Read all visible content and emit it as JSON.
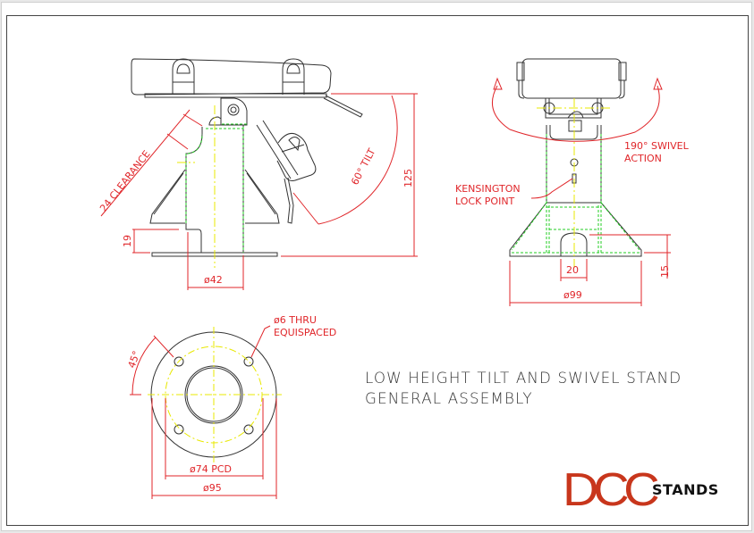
{
  "drawing": {
    "title_line_1": "LOW HEIGHT TILT AND SWIVEL STAND",
    "title_line_2": "GENERAL ASSEMBLY",
    "colors": {
      "dimension_red": "#e0262a",
      "outline_black": "#333333",
      "hidden_green": "#22cc22",
      "centerline_yellow": "#e8e800",
      "logo_red": "#c8361c"
    },
    "side_view": {
      "clearance_label": "24 CLEARANCE",
      "tilt_label": "60° TILT",
      "height_label": "125",
      "base_height_label": "19",
      "tube_diameter_label": "ø42"
    },
    "front_view": {
      "swivel_label_1": "190° SWIVEL",
      "swivel_label_2": "ACTION",
      "kensington_label_1": "KENSINGTON",
      "kensington_label_2": "LOCK POINT",
      "slot_width_label": "20",
      "slot_height_label": "15",
      "base_diameter_label": "ø99"
    },
    "plan_view": {
      "hole_label_1": "ø6 THRU",
      "hole_label_2": "EQUISPACED",
      "angle_label": "45°",
      "pcd_label": "ø74 PCD",
      "outer_diameter_label": "ø95"
    }
  },
  "logo": {
    "brand": "DCC",
    "suffix": "STANDS"
  }
}
